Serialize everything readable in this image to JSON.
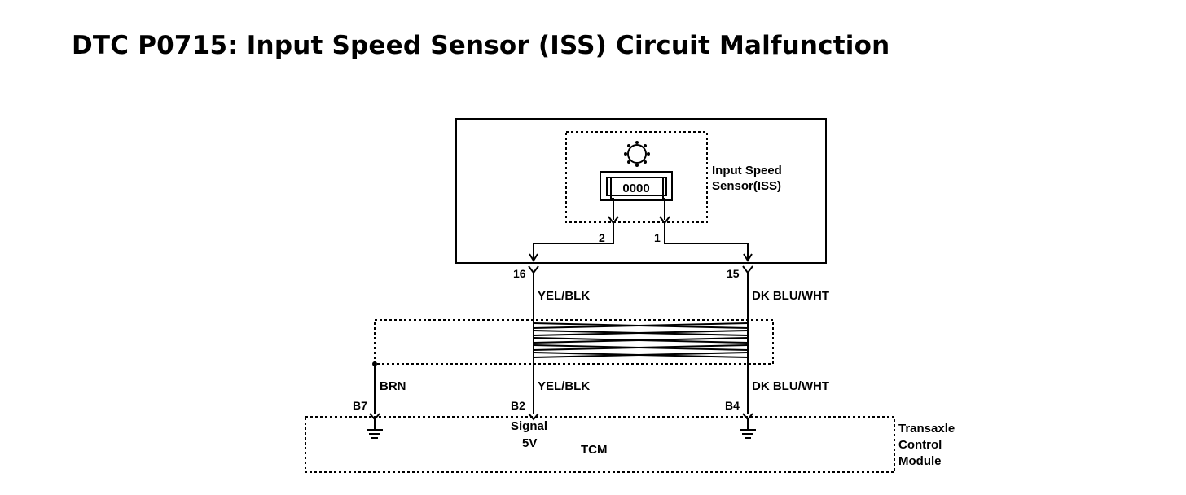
{
  "title": "DTC P0715: Input Speed Sensor (ISS) Circuit Malfunction",
  "sensor": {
    "label_line1": "Input Speed",
    "label_line2": "Sensor(ISS)",
    "connector_text": "0000",
    "pin_a": "2",
    "pin_b": "1"
  },
  "harness": {
    "pin_left": "16",
    "pin_right": "15"
  },
  "wires": {
    "upper_left": "YEL/BLK",
    "upper_right": "DK BLU/WHT",
    "shield": "BRN",
    "lower_left": "YEL/BLK",
    "lower_right": "DK BLU/WHT"
  },
  "tcm": {
    "pin_b7": "B7",
    "pin_b2": "B2",
    "pin_b4": "B4",
    "signal_label": "Signal",
    "voltage_label": "5V",
    "name": "TCM",
    "full_name_line1": "Transaxle",
    "full_name_line2": "Control",
    "full_name_line3": "Module"
  }
}
